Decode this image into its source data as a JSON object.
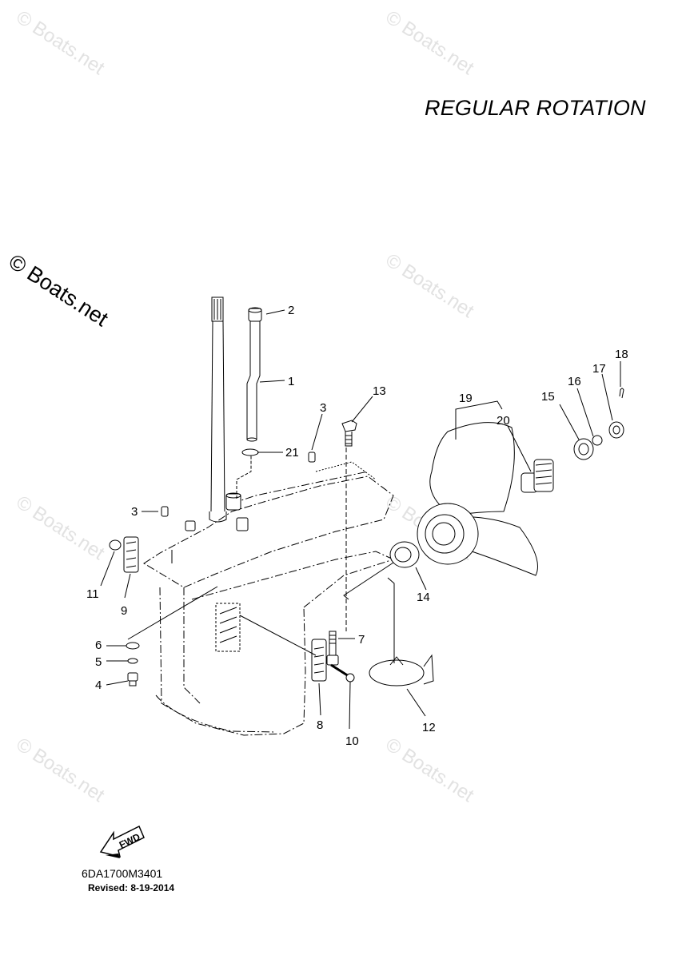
{
  "title": "REGULAR ROTATION",
  "watermark": "© Boats.net",
  "diagram_code": "6DA1700M3401",
  "revised": "Revised: 8-19-2014",
  "fwd_label": "FWD",
  "callouts": {
    "c1": "1",
    "c2": "2",
    "c3a": "3",
    "c3b": "3",
    "c4": "4",
    "c5": "5",
    "c6": "6",
    "c7": "7",
    "c8": "8",
    "c9": "9",
    "c10": "10",
    "c11": "11",
    "c12": "12",
    "c13": "13",
    "c14": "14",
    "c15": "15",
    "c16": "16",
    "c17": "17",
    "c18": "18",
    "c19": "19",
    "c20": "20",
    "c21": "21"
  }
}
